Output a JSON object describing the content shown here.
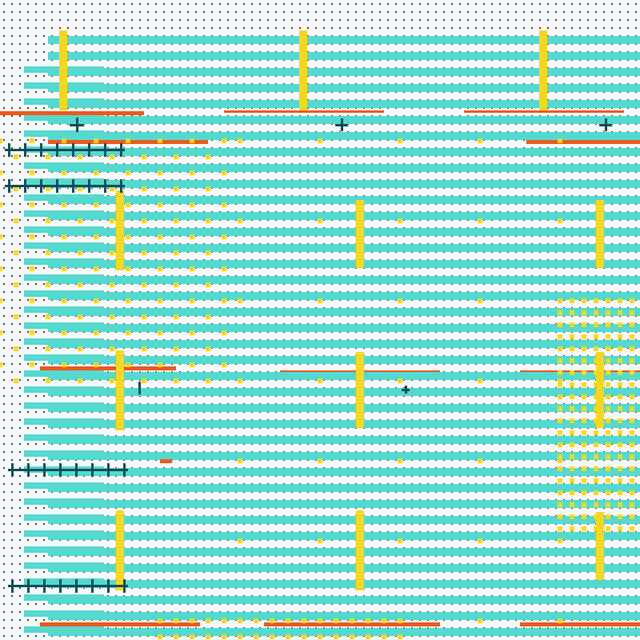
{
  "colors": {
    "background": "#f6f9fc",
    "dot": "#1e2a2a",
    "teal": "#55d9cf",
    "yellow": "#f9d71c",
    "orange": "#ec5a1c",
    "darkTeal": "#0d4f57"
  },
  "pattern": {
    "type": "abstract-generative",
    "description_elements": [
      "dot-grid",
      "teal-stripes",
      "yellow-bars",
      "yellow-squares",
      "orange-lines",
      "dark-crosses"
    ]
  }
}
